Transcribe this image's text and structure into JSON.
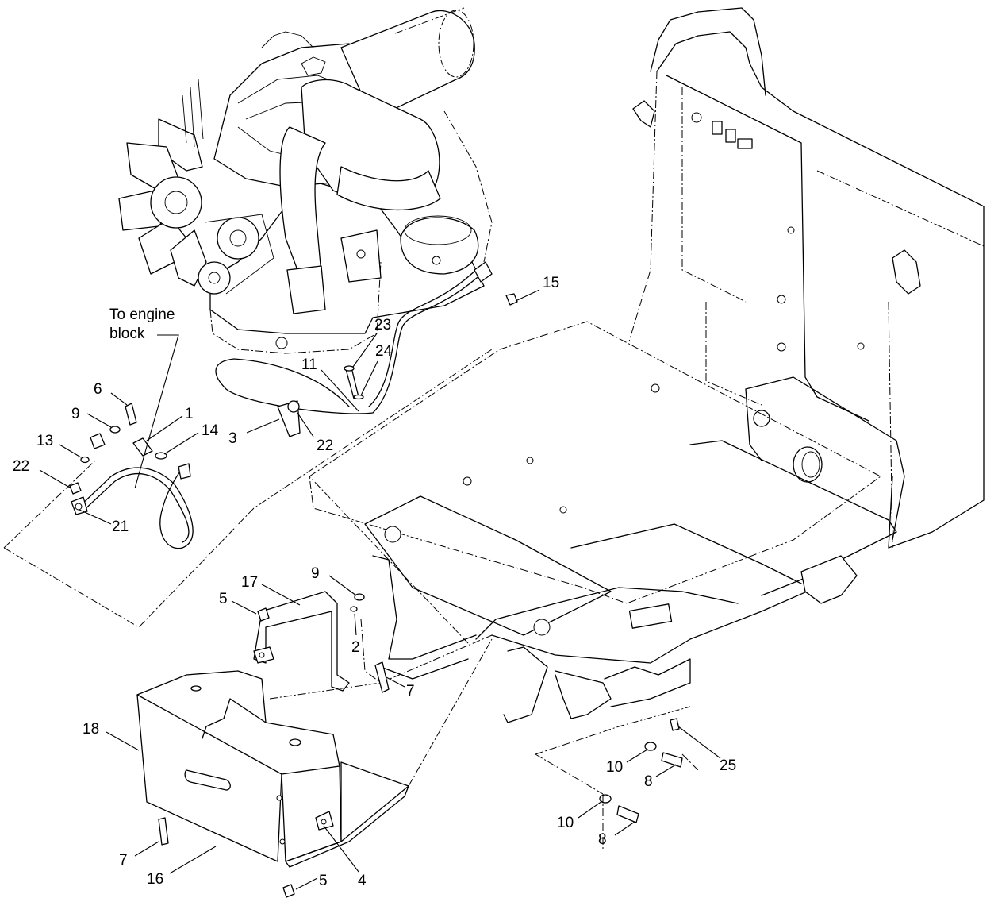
{
  "note": {
    "line1": "To engine",
    "line2": "block"
  },
  "callouts": {
    "c15": "15",
    "c23": "23",
    "c24": "24",
    "c11": "11",
    "c6": "6",
    "c9a": "9",
    "c1": "1",
    "c14": "14",
    "c13": "13",
    "c22a": "22",
    "c3": "3",
    "c22b": "22",
    "c21": "21",
    "c9b": "9",
    "c17": "17",
    "c5a": "5",
    "c2": "2",
    "c7a": "7",
    "c18": "18",
    "c7b": "7",
    "c16": "16",
    "c5b": "5",
    "c4": "4",
    "c10a": "10",
    "c8a": "8",
    "c25": "25",
    "c10b": "10",
    "c8b": "8"
  }
}
